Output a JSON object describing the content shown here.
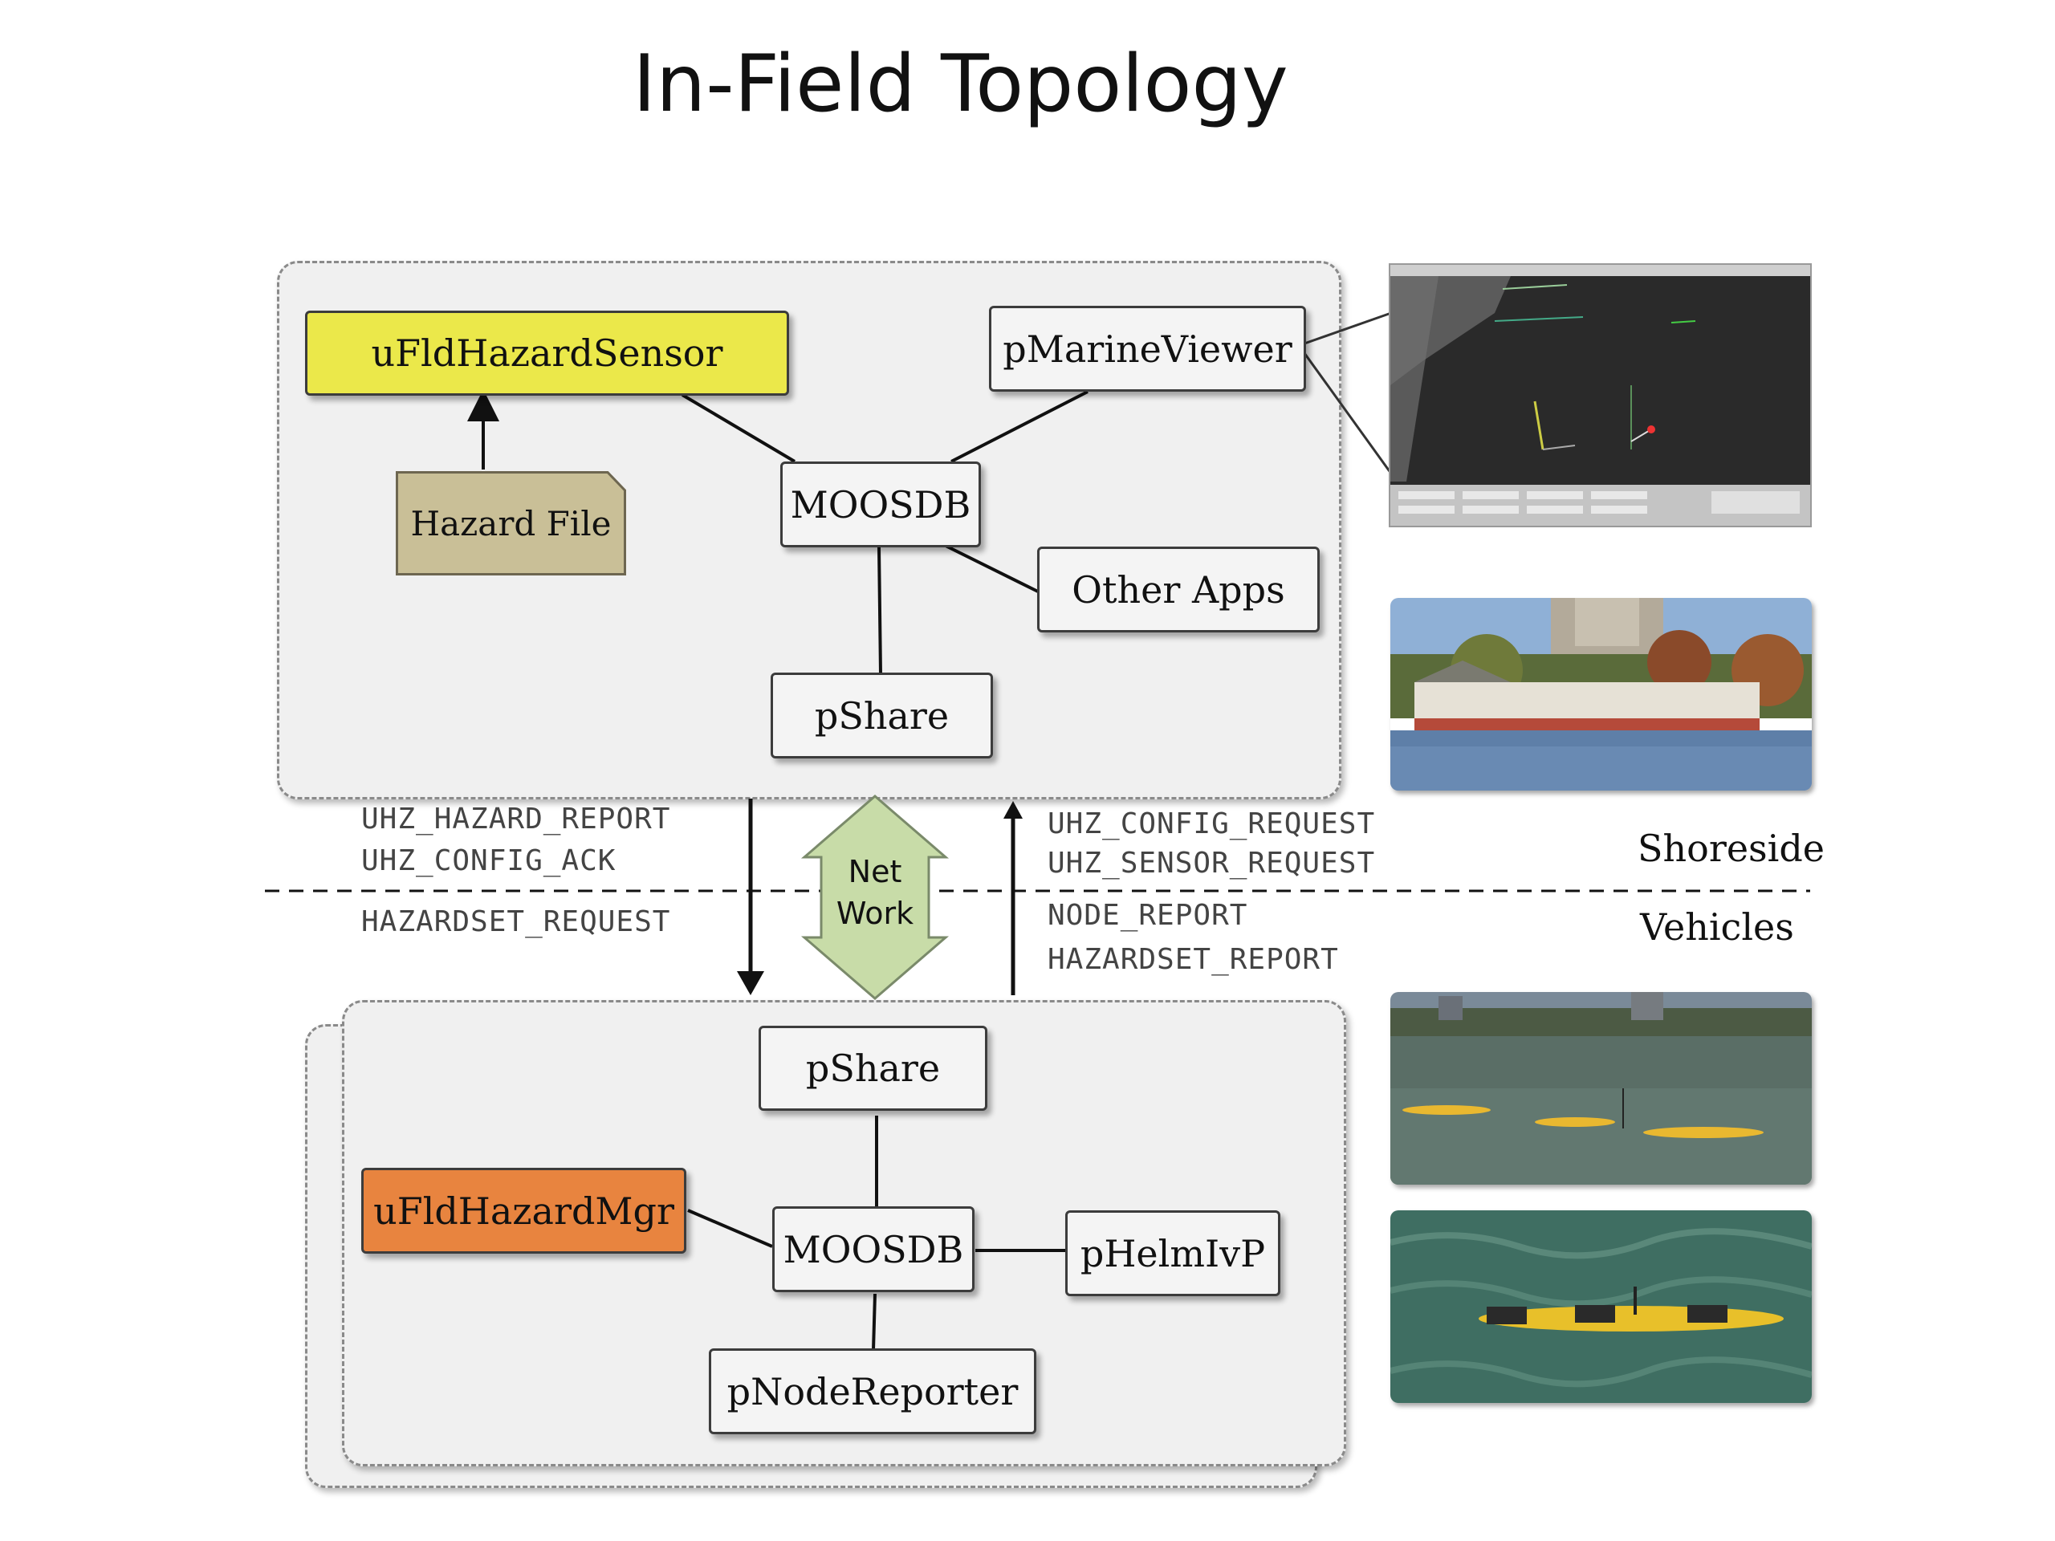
{
  "title": "In-Field Topology",
  "shoreside": {
    "sensor": "uFldHazardSensor",
    "viewer": "pMarineViewer",
    "hazard_file": "Hazard File",
    "moosdb": "MOOSDB",
    "other_apps": "Other Apps",
    "pshare": "pShare"
  },
  "vehicle": {
    "pshare": "pShare",
    "hazard_mgr": "uFldHazardMgr",
    "moosdb": "MOOSDB",
    "helm": "pHelmIvP",
    "node_reporter": "pNodeReporter"
  },
  "network": {
    "line1": "Net",
    "line2": "Work"
  },
  "messages": {
    "down_above": [
      "UHZ_HAZARD_REPORT",
      "UHZ_CONFIG_ACK"
    ],
    "down_below": [
      "HAZARDSET_REQUEST"
    ],
    "up_above": [
      "UHZ_CONFIG_REQUEST",
      "UHZ_SENSOR_REQUEST"
    ],
    "up_below": [
      "NODE_REPORT",
      "HAZARDSET_REPORT"
    ]
  },
  "sides": {
    "shoreside": "Shoreside",
    "vehicles": "Vehicles"
  },
  "colors": {
    "sensor": "#ebe84a",
    "hazard_mgr": "#e8843f",
    "hazard_file": "#c9bf97",
    "network_arrow": "#c8dca8"
  },
  "icons": {
    "viewer_screenshot": "marine-viewer-screenshot",
    "boathouse_photo": "shoreside-boathouse-photo",
    "kayaks_photo": "vehicle-kayaks-photo",
    "kayak_closeup_photo": "vehicle-kayak-closeup-photo"
  }
}
